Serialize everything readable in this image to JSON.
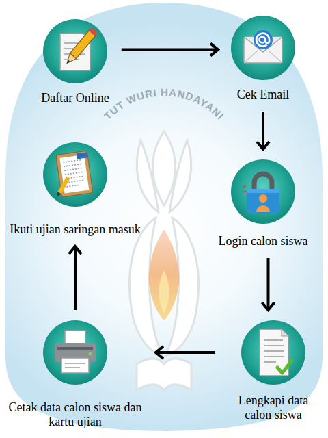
{
  "diagram": {
    "nodes": [
      {
        "text": [
          "Daftar Online"
        ]
      },
      {
        "text": [
          "Cek Email"
        ]
      },
      {
        "text": [
          "Login calon siswa"
        ]
      },
      {
        "text": [
          "Lengkapi data calon siswa"
        ]
      },
      {
        "text": [
          "Cetak data calon siswa dan kartu ujian"
        ]
      },
      {
        "text": [
          "Ikuti ujian saringan masuk"
        ]
      }
    ],
    "edges": [
      {
        "from": 0,
        "to": 1,
        "arrow": "to"
      },
      {
        "from": 1,
        "to": 2,
        "arrow": "to"
      },
      {
        "from": 2,
        "to": 3,
        "arrow": "to"
      },
      {
        "from": 3,
        "to": 4,
        "arrow": "to"
      },
      {
        "from": 4,
        "to": 5,
        "arrow": "to"
      }
    ],
    "labels": [
      "TUT WURI HANDAYANI"
    ]
  }
}
